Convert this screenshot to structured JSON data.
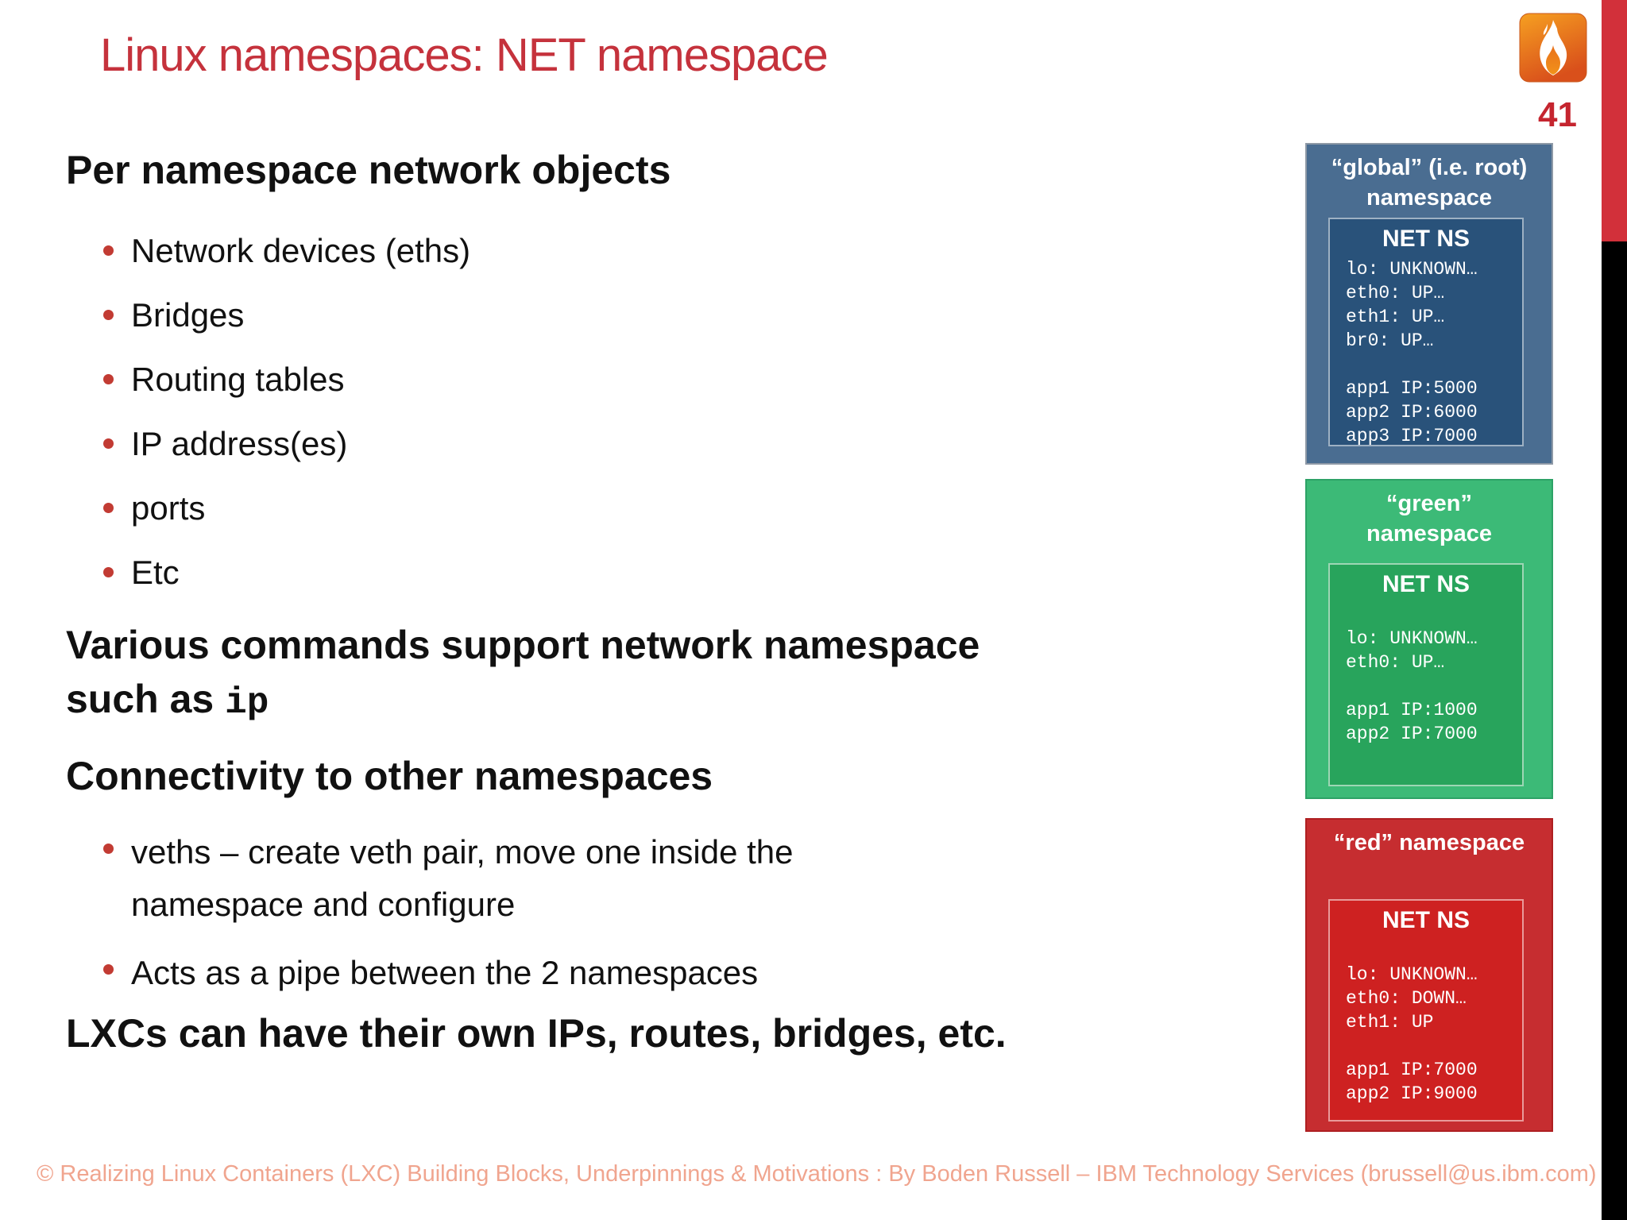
{
  "page": {
    "title": "Linux namespaces: NET namespace",
    "number": "41"
  },
  "content": {
    "heading1": "Per namespace network objects",
    "bullets1": [
      "Network devices (eths)",
      "Bridges",
      "Routing tables",
      "IP address(es)",
      "ports",
      "Etc"
    ],
    "para1": {
      "line1": "Various commands support network namespace",
      "line2_prefix": "such as ",
      "code": "ip"
    },
    "heading2": "Connectivity to other namespaces",
    "bullet_veths": {
      "line1": "veths – create veth pair, move one inside the",
      "line2": "namespace and configure"
    },
    "bullet_pipe": "Acts as a pipe between the 2 namespaces",
    "para2": "LXCs can have their own IPs, routes, bridges, etc."
  },
  "namespaces": [
    {
      "name": "global",
      "title_line1": "“global” (i.e. root)",
      "title_line2": "namespace",
      "inner_title": "NET NS",
      "lines": [
        "lo: UNKNOWN…",
        "eth0: UP…",
        "eth1: UP…",
        "br0: UP…",
        "",
        "app1 IP:5000",
        "app2 IP:6000",
        "app3 IP:7000"
      ]
    },
    {
      "name": "green",
      "title_line1": "“green”",
      "title_line2": "namespace",
      "inner_title": "NET NS",
      "lines": [
        "",
        "lo: UNKNOWN…",
        "eth0: UP…",
        "",
        "app1 IP:1000",
        "app2 IP:7000"
      ]
    },
    {
      "name": "red",
      "title_line1": "“red” namespace",
      "title_line2": "",
      "inner_title": "NET NS",
      "lines": [
        "",
        "lo: UNKNOWN…",
        "eth0: DOWN…",
        "eth1: UP",
        "",
        "app1 IP:7000",
        "app2 IP:9000"
      ]
    }
  ],
  "footer": {
    "text": "© Realizing Linux Containers (LXC) Building Blocks, Underpinnings & Motivations : By Boden Russell – IBM Technology Services (brussell@us.ibm.com)"
  },
  "icons": {
    "logo": "flame-icon"
  },
  "colors": {
    "title_red": "#C5323C",
    "page_num_red": "#C5252F",
    "edge_red": "#D2303A",
    "edge_black": "#000000",
    "bullet_dot": "#C23B33",
    "global_outer": "#4A6D91",
    "global_inner": "#29527A",
    "green_outer": "#3CBA77",
    "green_inner": "#28A45C",
    "red_outer": "#C62D30",
    "red_inner": "#CE2121",
    "footer_salmon": "#F0A58F",
    "logo_orange": "#E8701A"
  }
}
